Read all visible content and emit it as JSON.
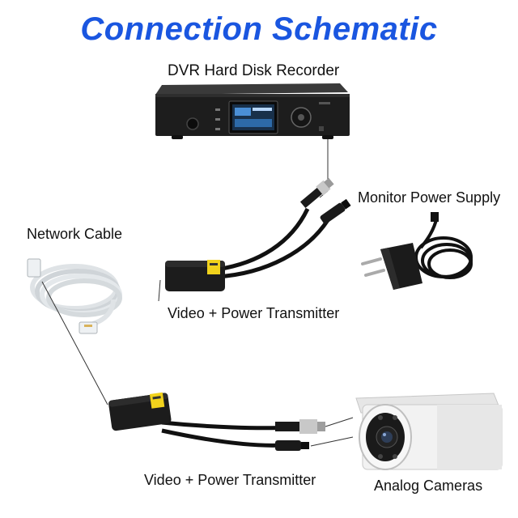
{
  "title": "Connection Schematic",
  "labels": {
    "dvr": "DVR Hard Disk Recorder",
    "monitor_power_supply": "Monitor Power Supply",
    "network_cable": "Network Cable",
    "transmitter_top": "Video + Power Transmitter",
    "transmitter_bottom": "Video + Power Transmitter",
    "analog_cameras": "Analog Cameras"
  },
  "colors": {
    "title": "#1a56e0",
    "device_body": "#1d1d1d",
    "cable": "#111111",
    "network_cable": "#dfe3e6",
    "balun_tag": "#f1d21c",
    "camera_body": "#f2f2f2"
  }
}
